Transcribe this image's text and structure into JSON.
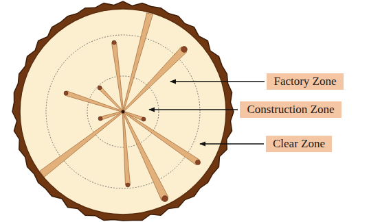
{
  "diagram": {
    "nodes": [
      {
        "text": [
          "Factory Zone"
        ]
      },
      {
        "text": [
          "Construction Zone"
        ]
      },
      {
        "text": [
          "Clear Zone"
        ]
      }
    ]
  }
}
